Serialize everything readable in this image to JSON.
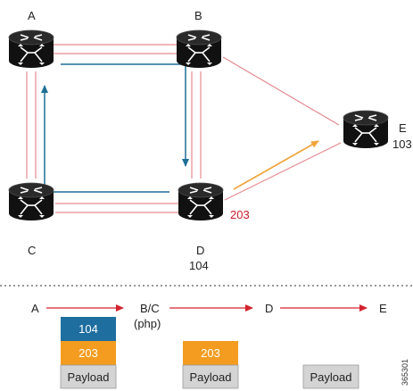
{
  "routers": [
    {
      "id": "A",
      "name": "A"
    },
    {
      "id": "B",
      "name": "B"
    },
    {
      "id": "C",
      "name": "C"
    },
    {
      "id": "D",
      "name": "D",
      "label": "104"
    },
    {
      "id": "E",
      "name": "E",
      "label": "103"
    }
  ],
  "link_label_d_e": "203",
  "sequence": {
    "nodes": [
      "A",
      "B/C",
      "(php)",
      "D",
      "E"
    ]
  },
  "stacks": [
    {
      "id": "at-a",
      "entries": [
        "104",
        "203",
        "Payload"
      ]
    },
    {
      "id": "at-bc",
      "entries": [
        "203",
        "Payload"
      ]
    },
    {
      "id": "at-d",
      "entries": [
        "Payload"
      ]
    }
  ],
  "figure_id": "365301",
  "colors": {
    "link": "#e58a90",
    "path_blue": "#1f6f95",
    "path_orange": "#f0a43a",
    "arrow_red": "#d3232e",
    "label_104_bg": "#1f6ea0",
    "label_203_bg": "#f39c1f",
    "payload_bg": "#d4d4d4",
    "router_body": "#111111"
  }
}
